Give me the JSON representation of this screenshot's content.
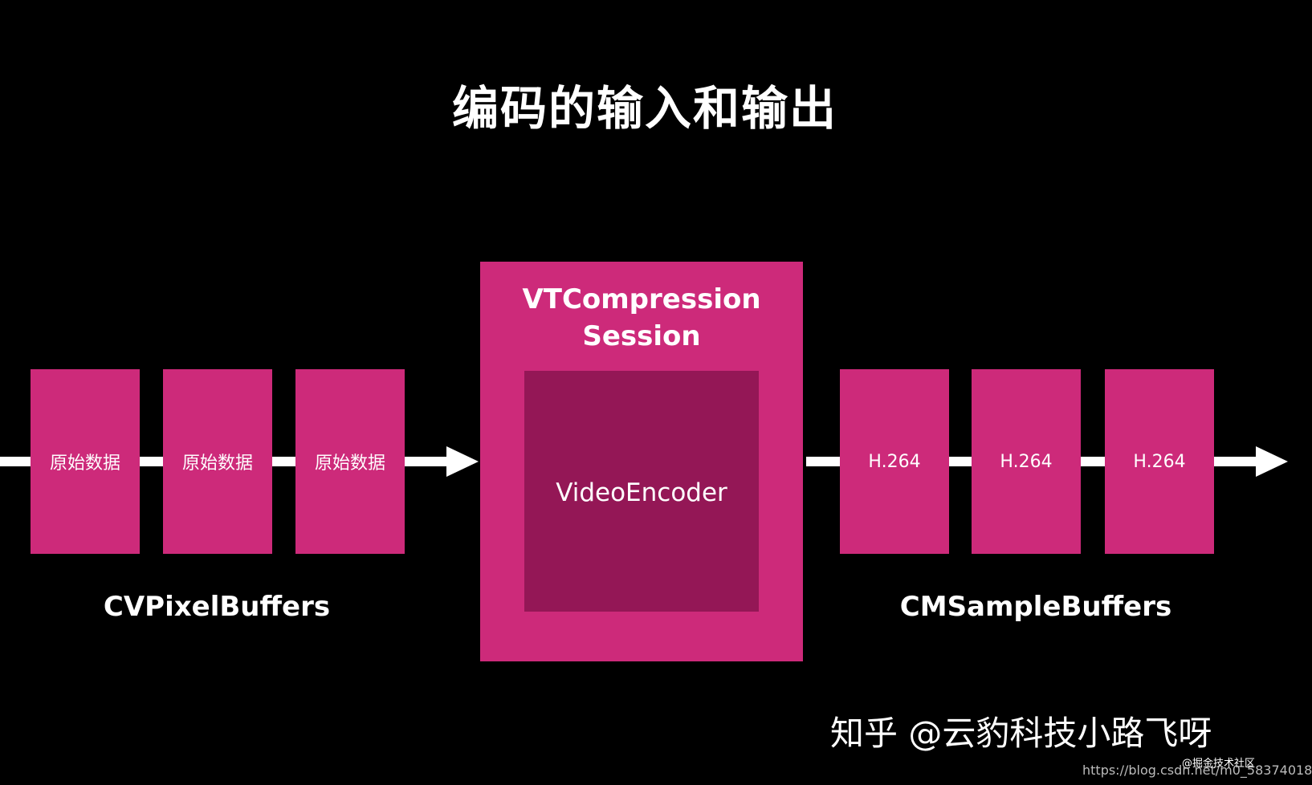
{
  "title": "编码的输入和输出",
  "input": {
    "label": "CVPixelBuffers",
    "items": [
      "原始数据",
      "原始数据",
      "原始数据"
    ]
  },
  "session": {
    "title_line1": "VTCompression",
    "title_line2": "Session",
    "encoder_label": "VideoEncoder"
  },
  "output": {
    "label": "CMSampleBuffers",
    "items": [
      "H.264",
      "H.264",
      "H.264"
    ]
  },
  "watermarks": {
    "main": "知乎 @云豹科技小路飞呀",
    "small": "@掘金技术社区",
    "url": "https://blog.csdn.net/m0_58374018"
  },
  "colors": {
    "background": "#000000",
    "block": "#cd2a7a",
    "encoder": "#941756",
    "line": "#ffffff"
  }
}
